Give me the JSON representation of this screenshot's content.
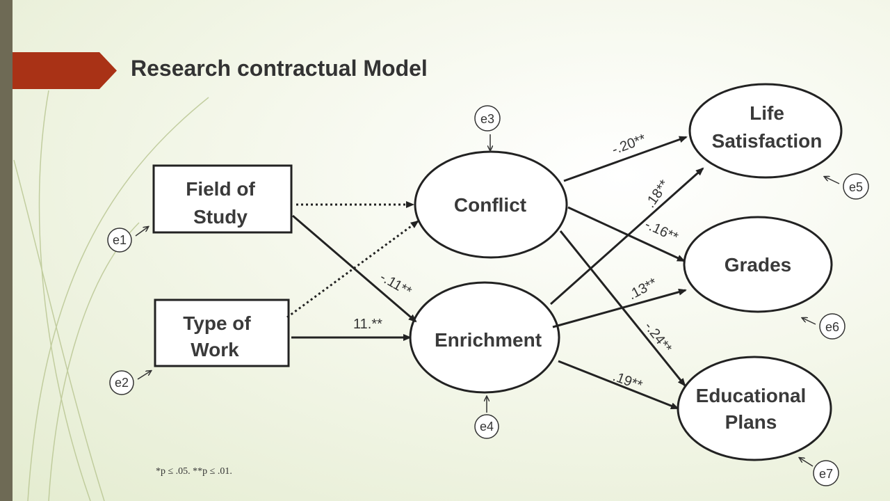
{
  "slide": {
    "title": "Research contractual Model"
  },
  "nodes": {
    "field_of_study": [
      "Field of",
      "Study"
    ],
    "type_of_work": [
      "Type of",
      "Work"
    ],
    "conflict": "Conflict",
    "enrichment": "Enrichment",
    "life_satisfaction": [
      "Life",
      "Satisfaction"
    ],
    "grades": "Grades",
    "educational_plans": [
      "Educational",
      "Plans"
    ]
  },
  "errors": [
    "e1",
    "e2",
    "e3",
    "e4",
    "e5",
    "e6",
    "e7"
  ],
  "coefficients": {
    "conflict_life": "-.20**",
    "enrich_life": ".18**",
    "conflict_grades": "-.16**",
    "enrich_grades": ".13**",
    "conflict_edu": "-.24**",
    "enrich_edu": ".19**",
    "field_enrich": "-.11**",
    "work_enrich": "11.**"
  },
  "footnote": "*p ≤ .05. **p ≤ .01.",
  "colors": {
    "accent": "#a93216",
    "sidebar": "#6e6a55",
    "ink": "#222222"
  }
}
